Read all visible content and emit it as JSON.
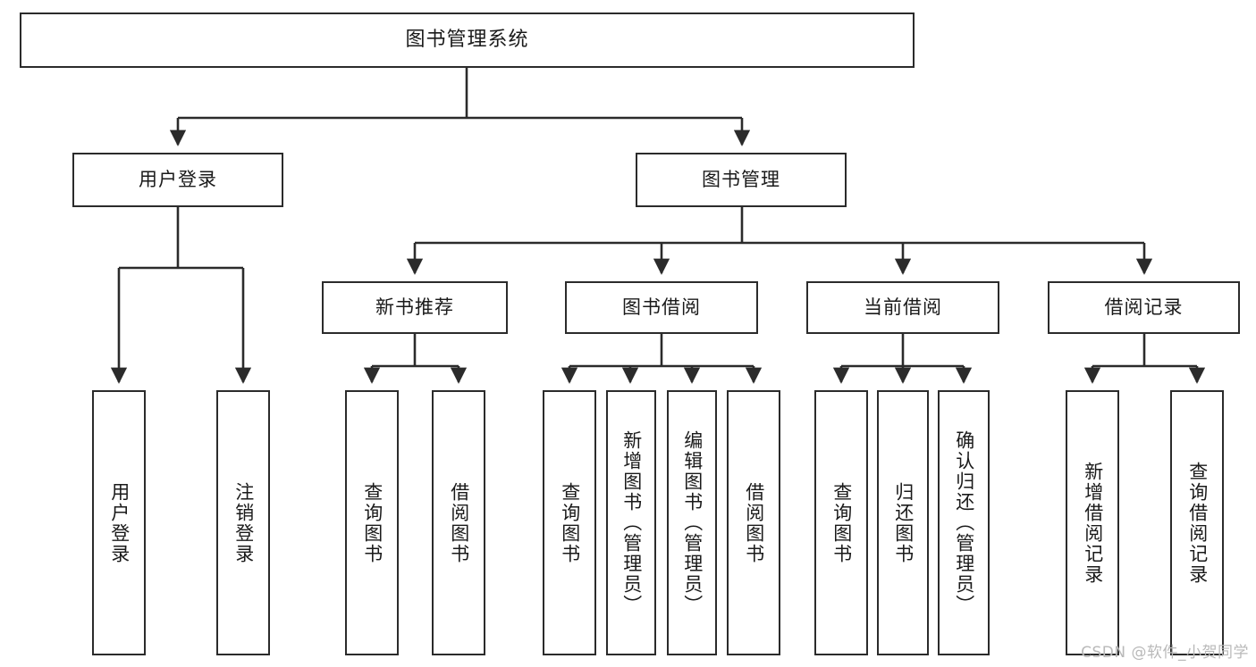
{
  "diagram": {
    "title": "图书管理系统",
    "type": "tree",
    "watermark": "CSDN @软件_小贺同学",
    "colors": {
      "box_border": "#2b2b2b",
      "box_fill": "#ffffff",
      "edge": "#2b2b2b",
      "text": "#1a1a1a",
      "watermark": "#b9b9b9"
    },
    "nodes": {
      "root": {
        "label": "图书管理系统"
      },
      "level2": [
        {
          "id": "user-login",
          "label": "用户登录"
        },
        {
          "id": "book-manage",
          "label": "图书管理"
        }
      ],
      "level3": [
        {
          "id": "new-book-recommend",
          "label": "新书推荐"
        },
        {
          "id": "book-borrow",
          "label": "图书借阅"
        },
        {
          "id": "current-borrow",
          "label": "当前借阅"
        },
        {
          "id": "borrow-record",
          "label": "借阅记录"
        }
      ],
      "leaves": {
        "user-login": [
          {
            "id": "leaf-user-login",
            "label": "用户登录"
          },
          {
            "id": "leaf-user-logout",
            "label": "注销登录"
          }
        ],
        "new-book-recommend": [
          {
            "id": "leaf-query-book-1",
            "label": "查询图书"
          },
          {
            "id": "leaf-borrow-book-1",
            "label": "借阅图书"
          }
        ],
        "book-borrow": [
          {
            "id": "leaf-query-book-2",
            "label": "查询图书"
          },
          {
            "id": "leaf-add-book",
            "label": "新增图书（管理员）"
          },
          {
            "id": "leaf-edit-book",
            "label": "编辑图书（管理员）"
          },
          {
            "id": "leaf-borrow-book-2",
            "label": "借阅图书"
          }
        ],
        "current-borrow": [
          {
            "id": "leaf-query-book-3",
            "label": "查询图书"
          },
          {
            "id": "leaf-return-book",
            "label": "归还图书"
          },
          {
            "id": "leaf-confirm-return",
            "label": "确认归还（管理员）"
          }
        ],
        "borrow-record": [
          {
            "id": "leaf-add-record",
            "label": "新增借阅记录"
          },
          {
            "id": "leaf-query-record",
            "label": "查询借阅记录"
          }
        ]
      }
    }
  }
}
